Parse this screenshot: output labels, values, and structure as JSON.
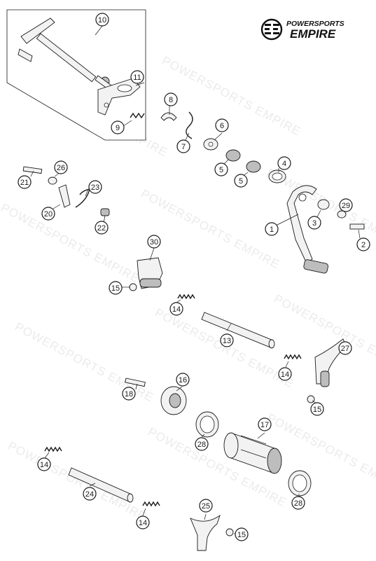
{
  "brand": {
    "line1": "POWERSPORTS",
    "line2": "EMPIRE"
  },
  "watermark": "POWERSPORTS EMPIRE",
  "callouts": [
    {
      "n": "10"
    },
    {
      "n": "11"
    },
    {
      "n": "9"
    },
    {
      "n": "8"
    },
    {
      "n": "7"
    },
    {
      "n": "6"
    },
    {
      "n": "5"
    },
    {
      "n": "5"
    },
    {
      "n": "4"
    },
    {
      "n": "26"
    },
    {
      "n": "21"
    },
    {
      "n": "23"
    },
    {
      "n": "20"
    },
    {
      "n": "22"
    },
    {
      "n": "1"
    },
    {
      "n": "3"
    },
    {
      "n": "29"
    },
    {
      "n": "2"
    },
    {
      "n": "30"
    },
    {
      "n": "15"
    },
    {
      "n": "14"
    },
    {
      "n": "13"
    },
    {
      "n": "27"
    },
    {
      "n": "14"
    },
    {
      "n": "15"
    },
    {
      "n": "16"
    },
    {
      "n": "18"
    },
    {
      "n": "17"
    },
    {
      "n": "28"
    },
    {
      "n": "28"
    },
    {
      "n": "14"
    },
    {
      "n": "24"
    },
    {
      "n": "25"
    },
    {
      "n": "14"
    },
    {
      "n": "15"
    }
  ]
}
